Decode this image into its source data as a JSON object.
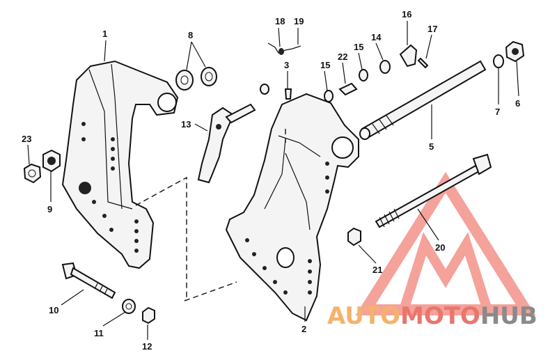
{
  "callouts": {
    "c1": "1",
    "c2": "2",
    "c3": "3",
    "c5": "5",
    "c6": "6",
    "c7": "7",
    "c8": "8",
    "c9": "9",
    "c10": "10",
    "c11": "11",
    "c12": "12",
    "c13": "13",
    "c14": "14",
    "c15a": "15",
    "c15b": "15",
    "c16": "16",
    "c17": "17",
    "c18": "18",
    "c19": "19",
    "c20": "20",
    "c21": "21",
    "c22": "22",
    "c23": "23"
  },
  "watermark": {
    "part1": "AUTO",
    "part2": "MOTO",
    "part3": "HUB"
  },
  "colors": {
    "ink": "#111111",
    "watermark_orange": "#f6b26b",
    "watermark_red": "#e8766d",
    "watermark_gray": "#8a8a8a",
    "triangle": "#f28b82"
  }
}
